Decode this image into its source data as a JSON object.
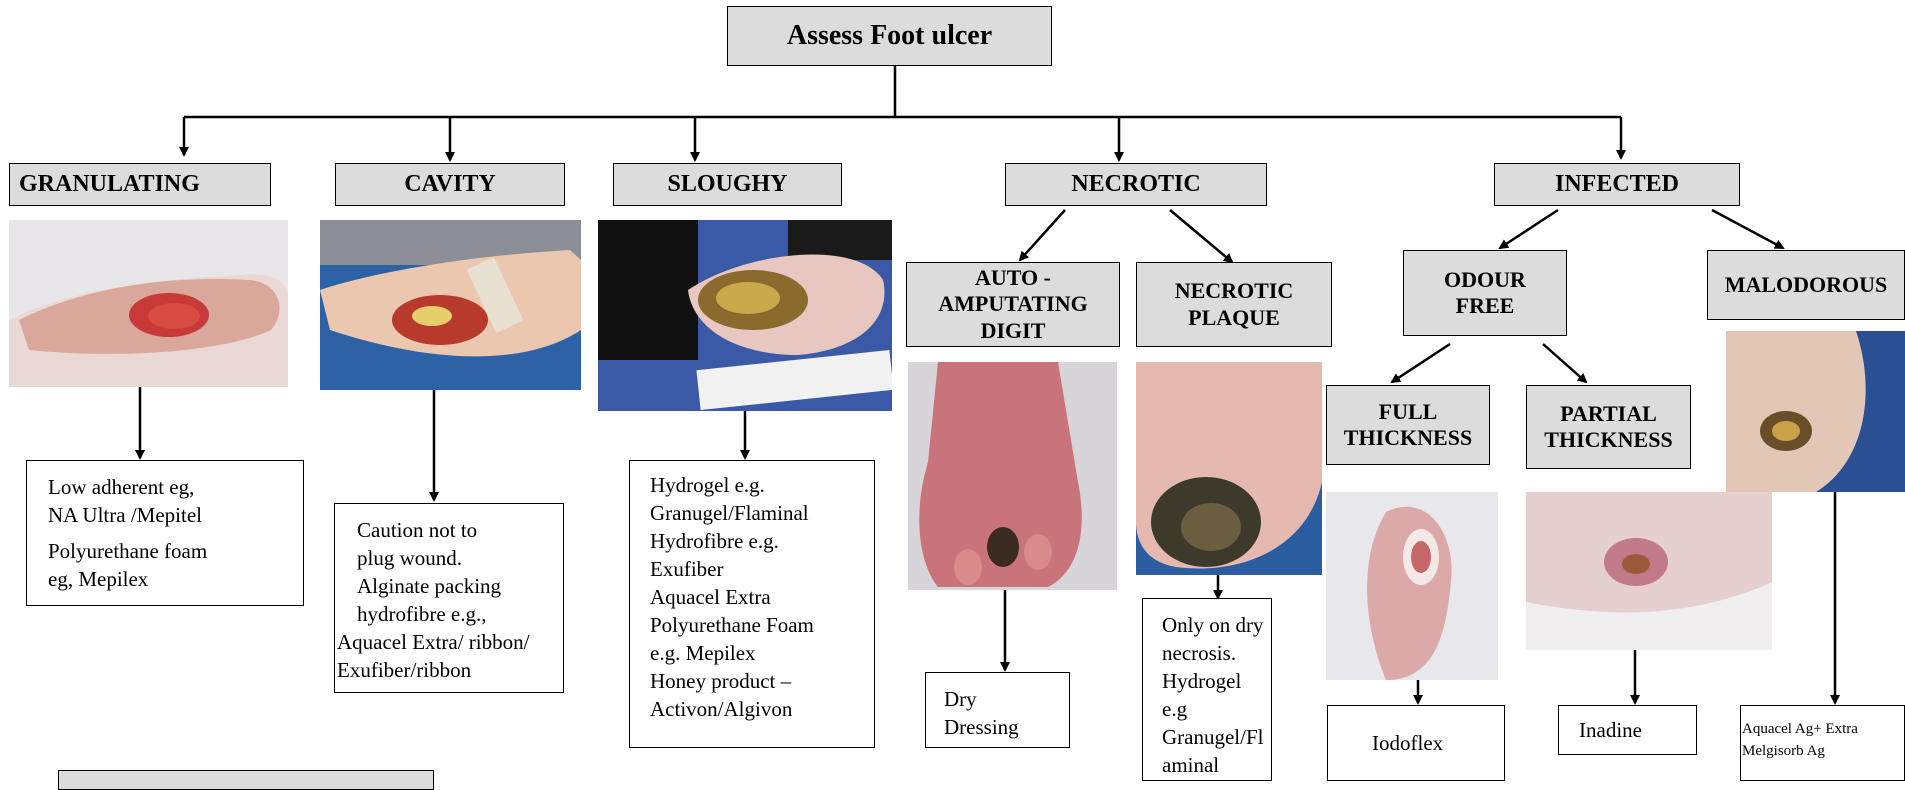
{
  "root": "Assess Foot ulcer",
  "categories": {
    "granulating": "GRANULATING",
    "cavity": "CAVITY",
    "sloughy": "SLOUGHY",
    "necrotic": "NECROTIC",
    "infected": "INFECTED"
  },
  "subcategories": {
    "auto_amputating": [
      "AUTO -",
      "AMPUTATING",
      "DIGIT"
    ],
    "necrotic_plaque": [
      "NECROTIC",
      "PLAQUE"
    ],
    "odour_free": [
      "ODOUR",
      "FREE"
    ],
    "malodorous": "MALODOROUS",
    "full_thickness": [
      "FULL",
      "THICKNESS"
    ],
    "partial_thickness": [
      "PARTIAL",
      "THICKNESS"
    ]
  },
  "treatments": {
    "granulating": [
      "Low adherent eg,",
      "NA Ultra /Mepitel",
      "Polyurethane foam",
      "eg, Mepilex"
    ],
    "cavity": [
      "Caution not to",
      "plug wound.",
      "Alginate packing",
      "hydrofibre e.g.,",
      "Aquacel Extra/ ribbon/",
      "Exufiber/ribbon"
    ],
    "sloughy": [
      "Hydrogel e.g.",
      "Granugel/Flaminal",
      "Hydrofibre e.g.",
      "Exufiber",
      "Aquacel Extra",
      "Polyurethane Foam",
      "e.g. Mepilex",
      "Honey product –",
      "Activon/Algivon"
    ],
    "auto_amputating": [
      "Dry",
      "Dressing"
    ],
    "necrotic_plaque": [
      "Only on dry",
      "necrosis.",
      "Hydrogel",
      "e.g",
      "Granugel/Fl",
      "aminal"
    ],
    "full_thickness": "Iodoflex",
    "partial_thickness": "Inadine",
    "malodorous": [
      "Aquacel Ag+ Extra",
      "Melgisorb Ag"
    ]
  },
  "colors": {
    "header_fill": "#dcdcdc",
    "line": "#000000"
  }
}
